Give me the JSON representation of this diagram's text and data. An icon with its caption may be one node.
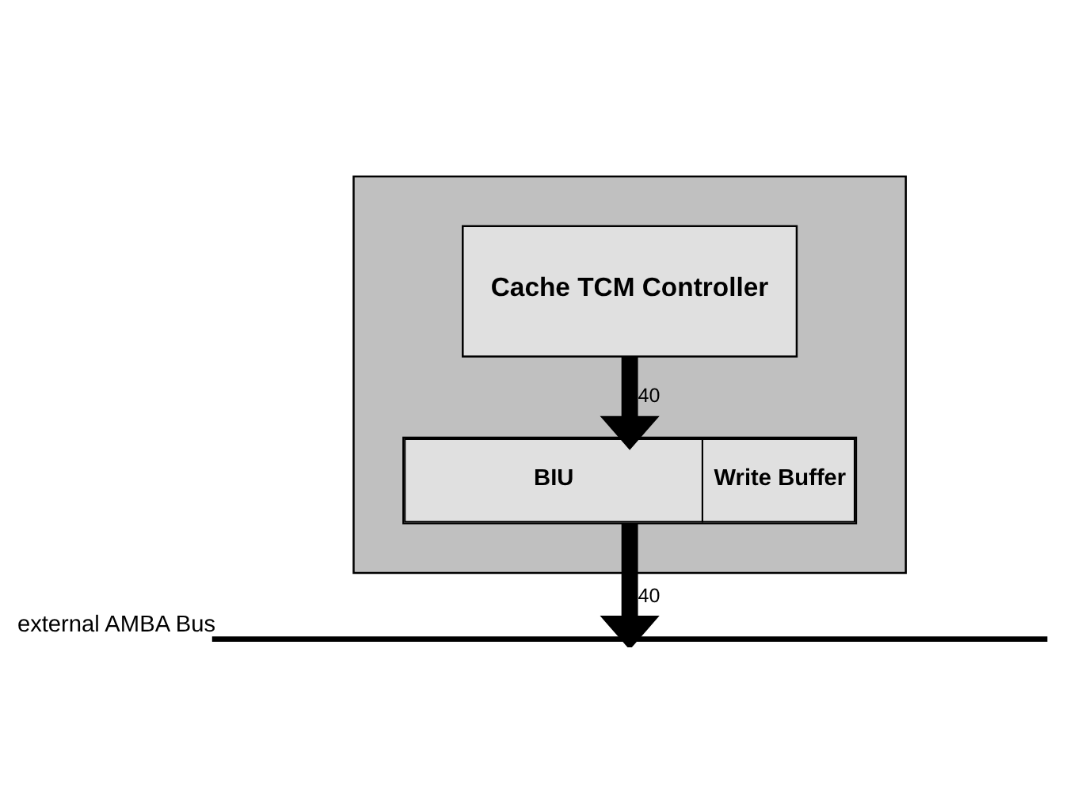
{
  "diagram": {
    "nodes": [
      {
        "text": [],
        "shape": "box"
      },
      {
        "text": [
          "Cache TCM Controller"
        ],
        "in": 0
      },
      {
        "text": [
          "BIU",
          "Write Buffer"
        ],
        "in": 0
      },
      {
        "text": [],
        "shape": "bar",
        "beside": [
          "external AMBA Bus"
        ]
      }
    ],
    "edges": [
      {
        "from": 1,
        "to": 2,
        "arrow": "to",
        "label": "40"
      },
      {
        "from": 2,
        "to": 3,
        "arrow": "to",
        "label": "40"
      }
    ]
  }
}
